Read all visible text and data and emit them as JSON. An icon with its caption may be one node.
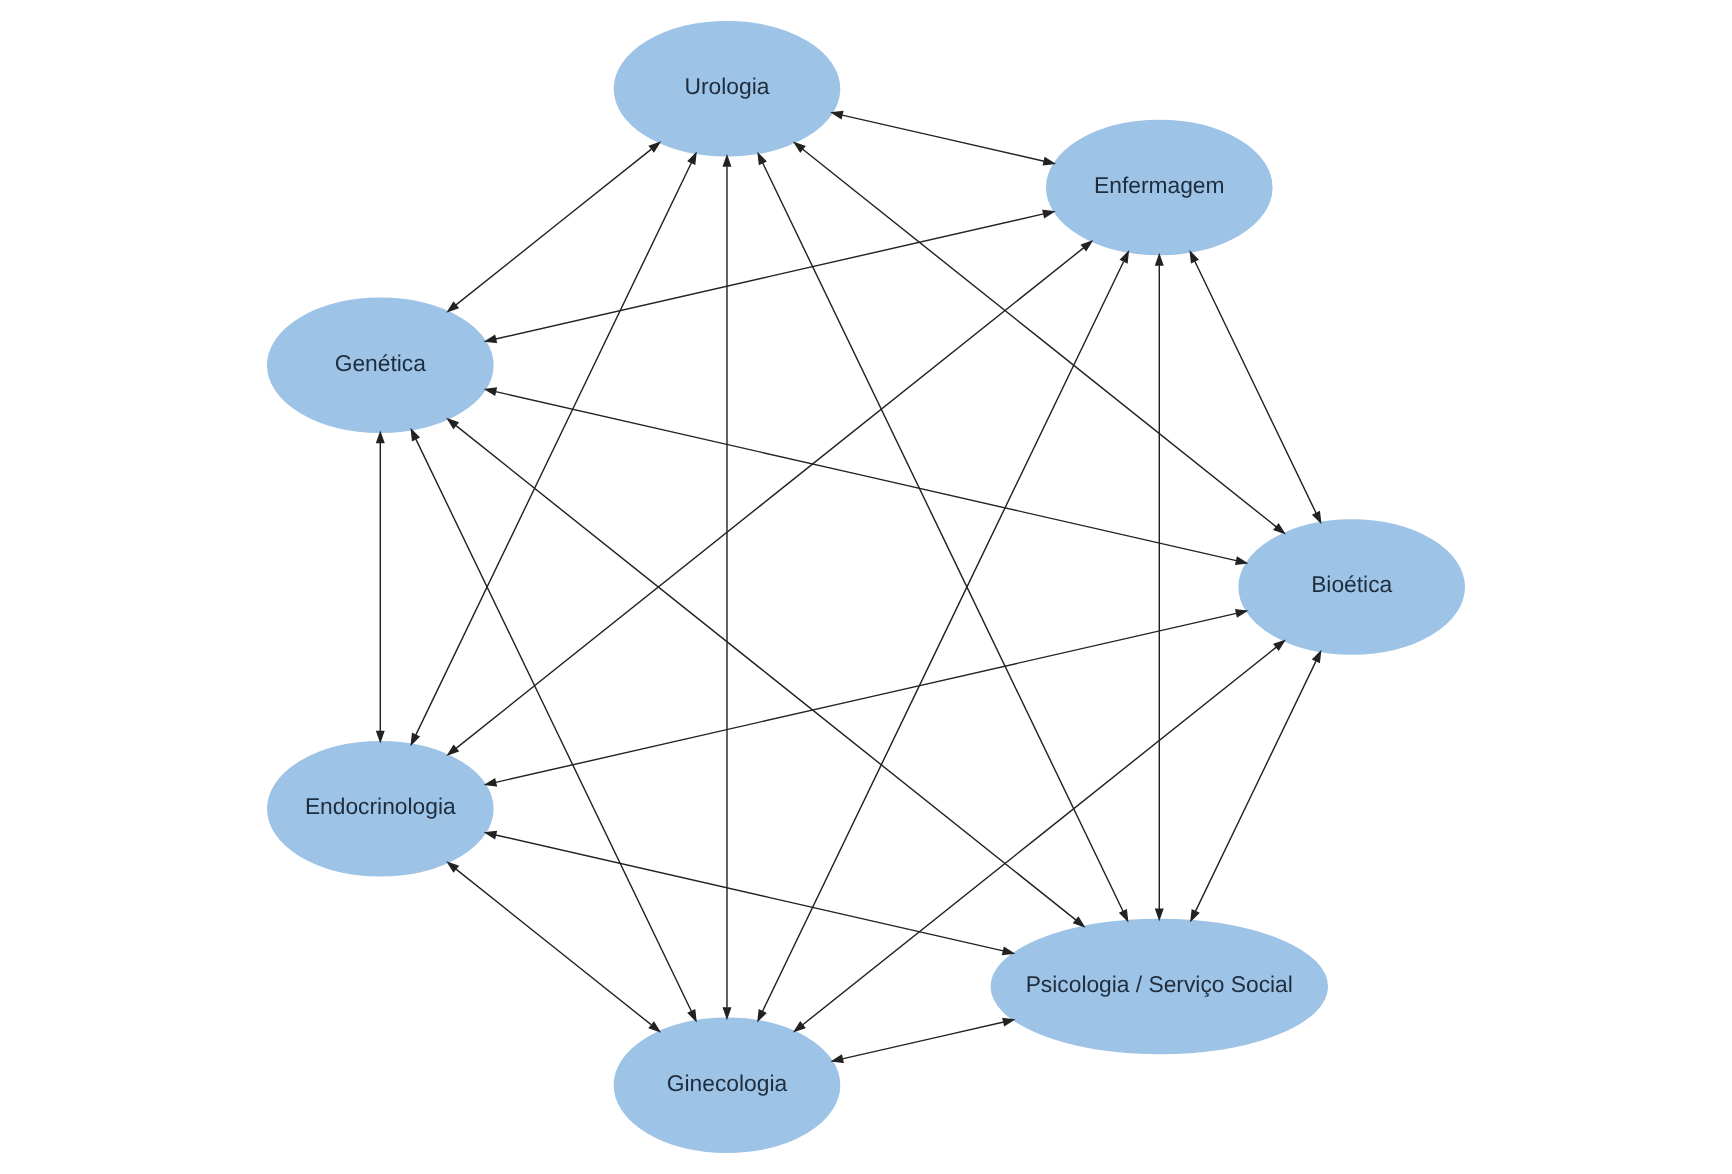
{
  "diagram": {
    "nodes": [
      {
        "text": [
          "Psicologia / Serviço Social"
        ]
      },
      {
        "text": [
          "Bioética"
        ]
      },
      {
        "text": [
          "Endocrinologia"
        ]
      },
      {
        "text": [
          "Genética"
        ]
      },
      {
        "text": [
          "Urologia"
        ]
      },
      {
        "text": [
          "Enfermagem"
        ]
      },
      {
        "text": [
          "Ginecologia"
        ]
      }
    ],
    "edges": [
      {
        "from": 0,
        "to": 1,
        "arrow": "both"
      },
      {
        "from": 0,
        "to": 2,
        "arrow": "both"
      },
      {
        "from": 0,
        "to": 3,
        "arrow": "both"
      },
      {
        "from": 0,
        "to": 4,
        "arrow": "both"
      },
      {
        "from": 0,
        "to": 5,
        "arrow": "both"
      },
      {
        "from": 0,
        "to": 6,
        "arrow": "both"
      },
      {
        "from": 1,
        "to": 2,
        "arrow": "both"
      },
      {
        "from": 1,
        "to": 3,
        "arrow": "both"
      },
      {
        "from": 1,
        "to": 4,
        "arrow": "both"
      },
      {
        "from": 1,
        "to": 5,
        "arrow": "both"
      },
      {
        "from": 1,
        "to": 6,
        "arrow": "both"
      },
      {
        "from": 2,
        "to": 3,
        "arrow": "both"
      },
      {
        "from": 2,
        "to": 4,
        "arrow": "both"
      },
      {
        "from": 2,
        "to": 5,
        "arrow": "both"
      },
      {
        "from": 2,
        "to": 6,
        "arrow": "both"
      },
      {
        "from": 3,
        "to": 4,
        "arrow": "both"
      },
      {
        "from": 3,
        "to": 5,
        "arrow": "both"
      },
      {
        "from": 3,
        "to": 6,
        "arrow": "both"
      },
      {
        "from": 4,
        "to": 5,
        "arrow": "both"
      },
      {
        "from": 4,
        "to": 6,
        "arrow": "both"
      },
      {
        "from": 5,
        "to": 6,
        "arrow": "both"
      }
    ]
  }
}
